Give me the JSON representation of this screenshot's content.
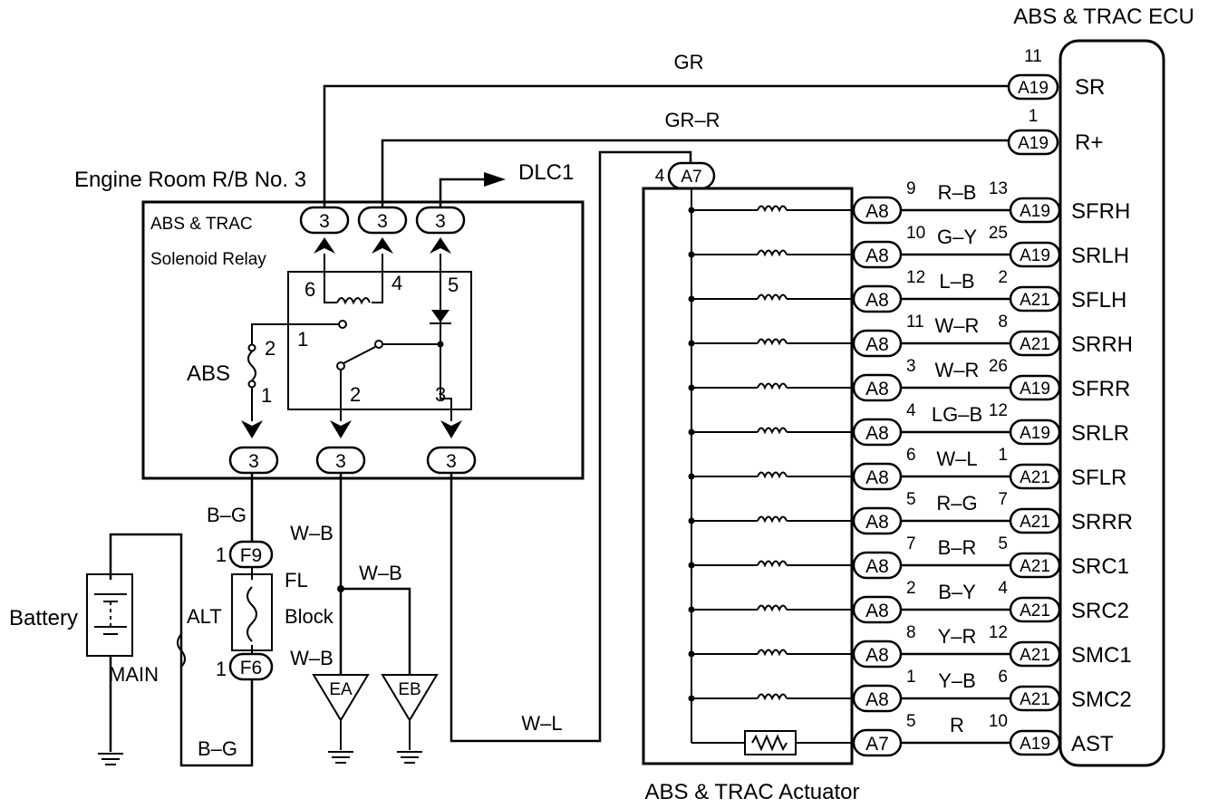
{
  "ecu": {
    "title": "ABS & TRAC ECU"
  },
  "actuator": {
    "title": "ABS & TRAC Actuator"
  },
  "relay_box": {
    "title": "Engine Room R/B No. 3",
    "relay_line1": "ABS & TRAC",
    "relay_line2": "Solenoid Relay",
    "connector": "3",
    "fuse_label": "ABS",
    "dlc": "DLC1",
    "pins": {
      "p6": "6",
      "p4": "4",
      "p5": "5",
      "p1": "1",
      "p2": "2",
      "p3": "3",
      "f2": "2",
      "f1": "1"
    }
  },
  "top_wires": {
    "gr": "GR",
    "gr_r": "GR–R",
    "sr_pin": "11",
    "sr_conn": "A19",
    "sr_term": "SR",
    "rp_pin": "1",
    "rp_conn": "A19",
    "rp_term": "R+",
    "a7_pin": "4",
    "a7_conn": "A7"
  },
  "power": {
    "battery": "Battery",
    "alt": "ALT",
    "main": "MAIN",
    "bg_top": "B–G",
    "bg_bottom": "B–G",
    "f9_pin": "1",
    "f9": "F9",
    "f6_pin": "1",
    "f6": "F6",
    "fl1": "FL",
    "fl2": "Block",
    "wb1": "W–B",
    "wb2": "W–B",
    "wb3": "W–B",
    "ea": "EA",
    "eb": "EB",
    "wl": "W–L"
  },
  "circuits": [
    {
      "act_conn": "A8",
      "act_pin": "9",
      "wire": "R–B",
      "ecu_pin": "13",
      "ecu_conn": "A19",
      "term": "SFRH"
    },
    {
      "act_conn": "A8",
      "act_pin": "10",
      "wire": "G–Y",
      "ecu_pin": "25",
      "ecu_conn": "A19",
      "term": "SRLH"
    },
    {
      "act_conn": "A8",
      "act_pin": "12",
      "wire": "L–B",
      "ecu_pin": "2",
      "ecu_conn": "A21",
      "term": "SFLH"
    },
    {
      "act_conn": "A8",
      "act_pin": "11",
      "wire": "W–R",
      "ecu_pin": "8",
      "ecu_conn": "A21",
      "term": "SRRH"
    },
    {
      "act_conn": "A8",
      "act_pin": "3",
      "wire": "W–R",
      "ecu_pin": "26",
      "ecu_conn": "A19",
      "term": "SFRR"
    },
    {
      "act_conn": "A8",
      "act_pin": "4",
      "wire": "LG–B",
      "ecu_pin": "12",
      "ecu_conn": "A19",
      "term": "SRLR"
    },
    {
      "act_conn": "A8",
      "act_pin": "6",
      "wire": "W–L",
      "ecu_pin": "1",
      "ecu_conn": "A21",
      "term": "SFLR"
    },
    {
      "act_conn": "A8",
      "act_pin": "5",
      "wire": "R–G",
      "ecu_pin": "7",
      "ecu_conn": "A21",
      "term": "SRRR"
    },
    {
      "act_conn": "A8",
      "act_pin": "7",
      "wire": "B–R",
      "ecu_pin": "5",
      "ecu_conn": "A21",
      "term": "SRC1"
    },
    {
      "act_conn": "A8",
      "act_pin": "2",
      "wire": "B–Y",
      "ecu_pin": "4",
      "ecu_conn": "A21",
      "term": "SRC2"
    },
    {
      "act_conn": "A8",
      "act_pin": "8",
      "wire": "Y–R",
      "ecu_pin": "12",
      "ecu_conn": "A21",
      "term": "SMC1"
    },
    {
      "act_conn": "A8",
      "act_pin": "1",
      "wire": "Y–B",
      "ecu_pin": "6",
      "ecu_conn": "A21",
      "term": "SMC2"
    },
    {
      "act_conn": "A7",
      "act_pin": "5",
      "wire": "R",
      "ecu_pin": "10",
      "ecu_conn": "A19",
      "term": "AST"
    }
  ]
}
